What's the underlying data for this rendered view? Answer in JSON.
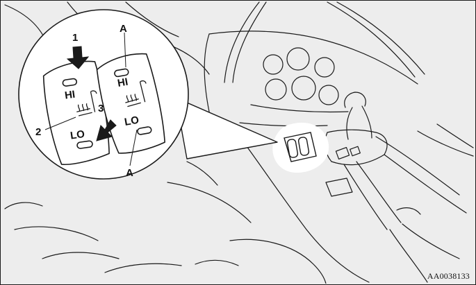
{
  "figure": {
    "code": "AA0038133",
    "colors": {
      "background": "#ededed",
      "line": "#1a1a1a",
      "magnifier_fill": "#ffffff",
      "arrow_fill": "#1a1a1a"
    }
  },
  "magnifier": {
    "callouts": {
      "one": "1",
      "two": "2",
      "three": "3",
      "a_top": "A",
      "a_bottom": "A"
    },
    "left_switch": {
      "hi_label": "HI",
      "lo_label": "LO",
      "icon": "seat-heater-icon"
    },
    "right_switch": {
      "hi_label": "HI",
      "lo_label": "LO",
      "icon": "seat-heater-icon"
    }
  }
}
